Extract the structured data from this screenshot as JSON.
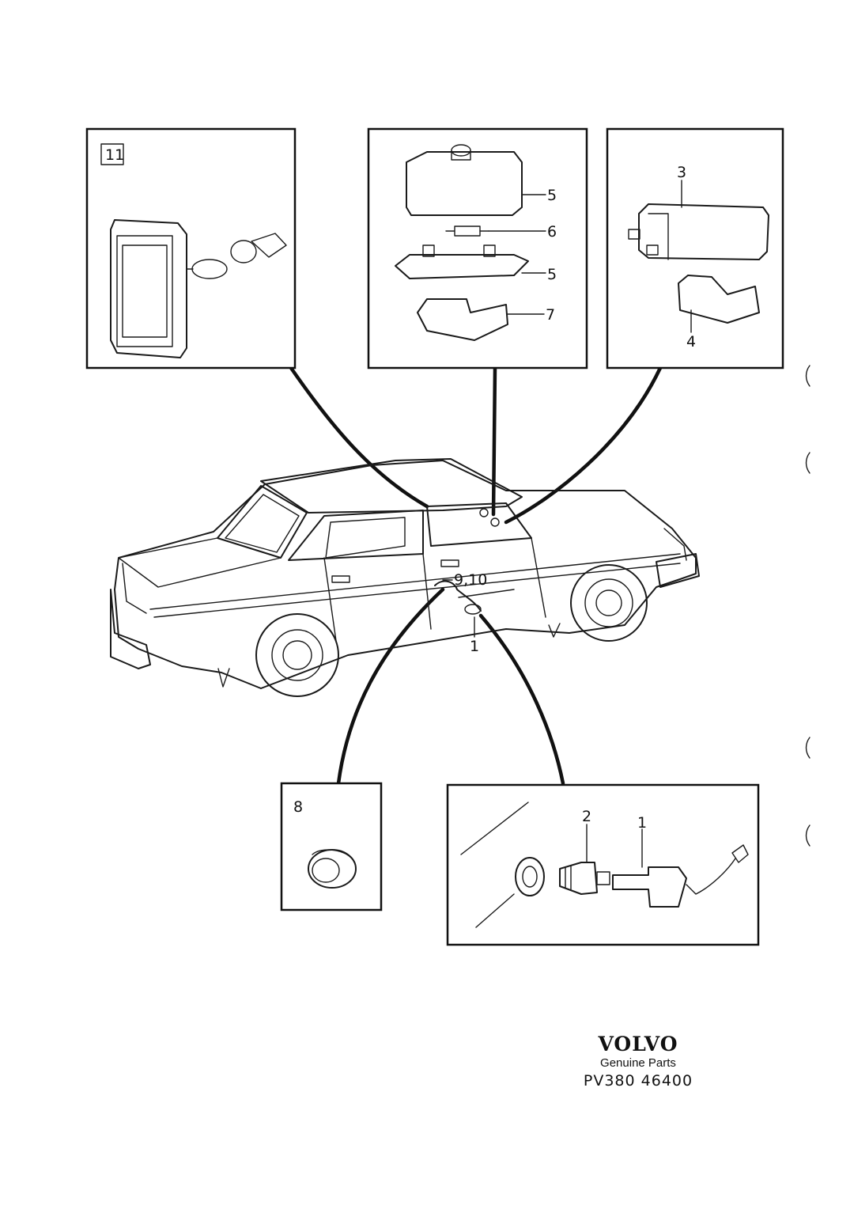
{
  "callouts": {
    "box_11": "11",
    "p5_top": "5",
    "p6": "6",
    "p5_bottom": "5",
    "p7": "7",
    "p3": "3",
    "p4": "4",
    "p9_10": "9,10",
    "p1_car": "1",
    "p8": "8",
    "p2": "2",
    "p1_detail": "1"
  },
  "branding": {
    "logo": "VOLVO",
    "subtitle": "Genuine Parts",
    "part_number": "PV380 46400"
  }
}
